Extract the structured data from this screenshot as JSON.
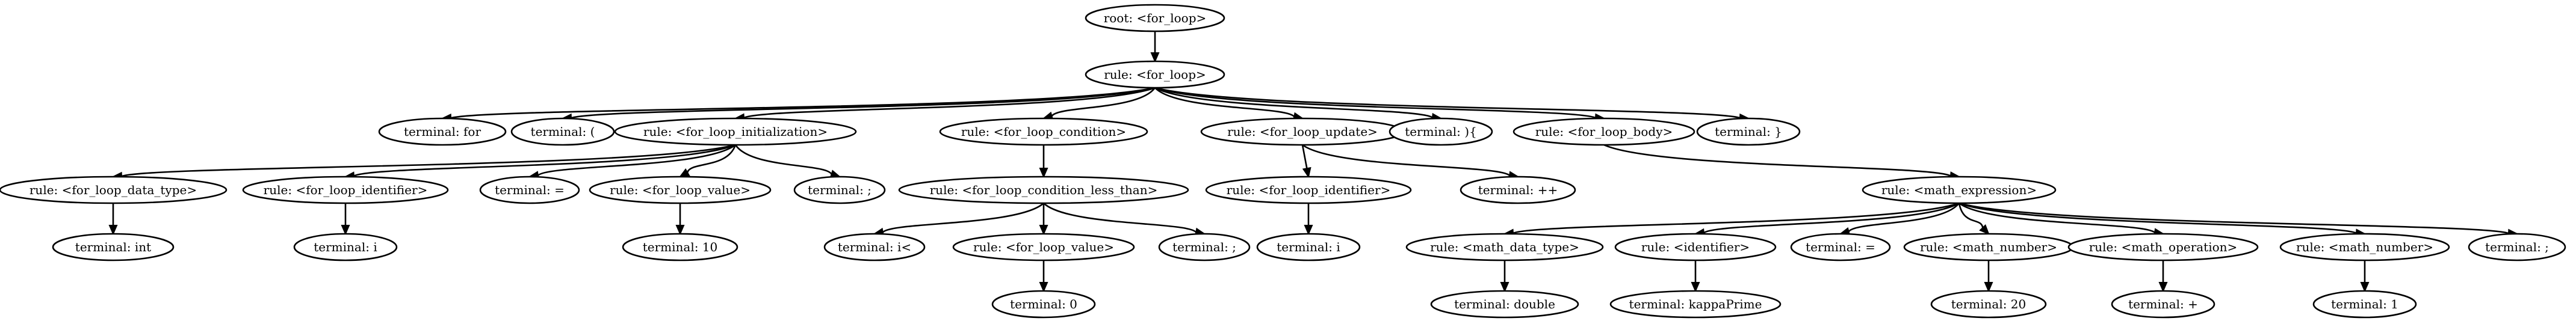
{
  "diagram": {
    "type": "parse-tree",
    "nodes": [
      {
        "id": "root",
        "label": "root: <for_loop>",
        "parent": null
      },
      {
        "id": "for_loop",
        "label": "rule: <for_loop>",
        "parent": "root"
      },
      {
        "id": "t_for",
        "label": "terminal: for",
        "parent": "for_loop"
      },
      {
        "id": "t_lparen",
        "label": "terminal: (",
        "parent": "for_loop"
      },
      {
        "id": "init",
        "label": "rule: <for_loop_initialization>",
        "parent": "for_loop"
      },
      {
        "id": "cond",
        "label": "rule: <for_loop_condition>",
        "parent": "for_loop"
      },
      {
        "id": "update",
        "label": "rule: <for_loop_update>",
        "parent": "for_loop"
      },
      {
        "id": "t_rparen_brace",
        "label": "terminal: ){",
        "parent": "for_loop"
      },
      {
        "id": "body",
        "label": "rule: <for_loop_body>",
        "parent": "for_loop"
      },
      {
        "id": "t_rbrace",
        "label": "terminal: }",
        "parent": "for_loop"
      },
      {
        "id": "init_type",
        "label": "rule: <for_loop_data_type>",
        "parent": "init"
      },
      {
        "id": "init_id",
        "label": "rule: <for_loop_identifier>",
        "parent": "init"
      },
      {
        "id": "init_eq",
        "label": "terminal: =",
        "parent": "init"
      },
      {
        "id": "init_val",
        "label": "rule: <for_loop_value>",
        "parent": "init"
      },
      {
        "id": "init_semi",
        "label": "terminal: ;",
        "parent": "init"
      },
      {
        "id": "t_int",
        "label": "terminal: int",
        "parent": "init_type"
      },
      {
        "id": "t_i1",
        "label": "terminal: i",
        "parent": "init_id"
      },
      {
        "id": "t_10",
        "label": "terminal: 10",
        "parent": "init_val"
      },
      {
        "id": "cond_lt",
        "label": "rule: <for_loop_condition_less_than>",
        "parent": "cond"
      },
      {
        "id": "t_ilt",
        "label": "terminal: i<",
        "parent": "cond_lt"
      },
      {
        "id": "cond_val",
        "label": "rule: <for_loop_value>",
        "parent": "cond_lt"
      },
      {
        "id": "cond_semi",
        "label": "terminal: ;",
        "parent": "cond_lt"
      },
      {
        "id": "t_0",
        "label": "terminal: 0",
        "parent": "cond_val"
      },
      {
        "id": "upd_id",
        "label": "rule: <for_loop_identifier>",
        "parent": "update"
      },
      {
        "id": "t_inc",
        "label": "terminal: ++",
        "parent": "update"
      },
      {
        "id": "t_i2",
        "label": "terminal: i",
        "parent": "upd_id"
      },
      {
        "id": "math",
        "label": "rule: <math_expression>",
        "parent": "body"
      },
      {
        "id": "m_type",
        "label": "rule: <math_data_type>",
        "parent": "math"
      },
      {
        "id": "m_ident",
        "label": "rule: <identifier>",
        "parent": "math"
      },
      {
        "id": "m_eq",
        "label": "terminal: =",
        "parent": "math"
      },
      {
        "id": "m_num1",
        "label": "rule: <math_number>",
        "parent": "math"
      },
      {
        "id": "m_op",
        "label": "rule: <math_operation>",
        "parent": "math"
      },
      {
        "id": "m_num2",
        "label": "rule: <math_number>",
        "parent": "math"
      },
      {
        "id": "m_semi",
        "label": "terminal: ;",
        "parent": "math"
      },
      {
        "id": "t_double",
        "label": "terminal: double",
        "parent": "m_type"
      },
      {
        "id": "t_kappa",
        "label": "terminal: kappaPrime",
        "parent": "m_ident"
      },
      {
        "id": "t_20",
        "label": "terminal: 20",
        "parent": "m_num1"
      },
      {
        "id": "t_plus",
        "label": "terminal: +",
        "parent": "m_op"
      },
      {
        "id": "t_1",
        "label": "terminal: 1",
        "parent": "m_num2"
      }
    ]
  }
}
